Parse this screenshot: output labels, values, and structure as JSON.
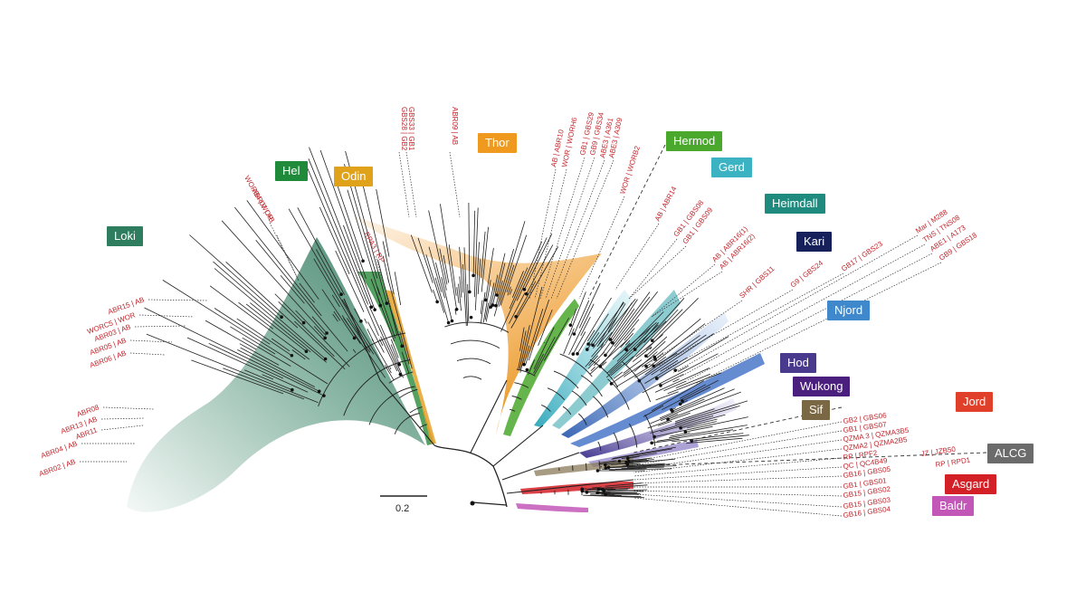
{
  "clades": [
    {
      "key": "loki",
      "label": "Loki",
      "color": "#2e7d5e"
    },
    {
      "key": "hel",
      "label": "Hel",
      "color": "#1f8a3a"
    },
    {
      "key": "odin",
      "label": "Odin",
      "color": "#e0a21a"
    },
    {
      "key": "thor",
      "label": "Thor",
      "color": "#ef9a1e"
    },
    {
      "key": "hermod",
      "label": "Hermod",
      "color": "#4aa82d"
    },
    {
      "key": "gerd",
      "label": "Gerd",
      "color": "#3bb3c3"
    },
    {
      "key": "heimdall",
      "label": "Heimdall",
      "color": "#1f8a7e"
    },
    {
      "key": "kari",
      "label": "Kari",
      "color": "#16205a"
    },
    {
      "key": "njord",
      "label": "Njord",
      "color": "#3f88cc"
    },
    {
      "key": "hod",
      "label": "Hod",
      "color": "#4a3a8e"
    },
    {
      "key": "wukong",
      "label": "Wukong",
      "color": "#4a1f7e"
    },
    {
      "key": "sif",
      "label": "Sif",
      "color": "#7a6845"
    },
    {
      "key": "jord",
      "label": "Jord",
      "color": "#e0402a"
    },
    {
      "key": "alcg",
      "label": "ALCG",
      "color": "#6b6b6b"
    },
    {
      "key": "asgard",
      "label": "Asgard",
      "color": "#d31f26"
    },
    {
      "key": "baldr",
      "label": "Baldr",
      "color": "#c257b8"
    }
  ],
  "scale_bar": {
    "label": "0.2"
  },
  "leaf_labels": {
    "loki": [
      "ABR15 | AB",
      "WORC5 | WOR",
      "ABR03 | AB",
      "ABR05 | AB",
      "ABR06 | AB",
      "ABR08",
      "ABR13 | AB",
      "ABR11",
      "ABR04 | AB",
      "ABR02 | AB"
    ],
    "hel": [
      "WORB4 | WOR",
      "ABR07 | AB"
    ],
    "odin": [
      "RPA3 | RP"
    ],
    "thor_left": [
      "GBS33 | GB1",
      "GBS28 | GB2",
      "ABR09 | AB"
    ],
    "thor_right": [
      "AB | ABR10",
      "WOR | WORH6",
      "GB1 | GBS29",
      "GB9 | GBS34",
      "ABE3 | A361",
      "ABE3 | A309"
    ],
    "hermod": [
      "WOR | WORB2"
    ],
    "gerd": [
      "AB | ABR14"
    ],
    "heimdall": [
      "GB1 | GBS08",
      "GB1 | GBS09"
    ],
    "kari": [
      "AB | ABR16(1)",
      "AB | ABR16(2)"
    ],
    "njord": [
      "SHR | GBS11",
      "G9 | GBS24",
      "GB17 | GBS23",
      "Mar | M288",
      "TNS | TNS08",
      "ABE1 | A173",
      "GB9 | GBS18"
    ],
    "lower": [
      "GB2 | GBS06",
      "GB1 | GBS07",
      "QZMA 3 | QZMA3B5",
      "QZMA2 | QZMA2B5",
      "RP | RPF2",
      "QC | QC4B49",
      "GB16 | GBS05",
      "GB1 | GBS01",
      "GB15 | GBS02",
      "GB15 | GBS03",
      "GB16 | GBS04"
    ],
    "lower_right": [
      "JZ | JZB50",
      "RP | RPD1"
    ]
  }
}
